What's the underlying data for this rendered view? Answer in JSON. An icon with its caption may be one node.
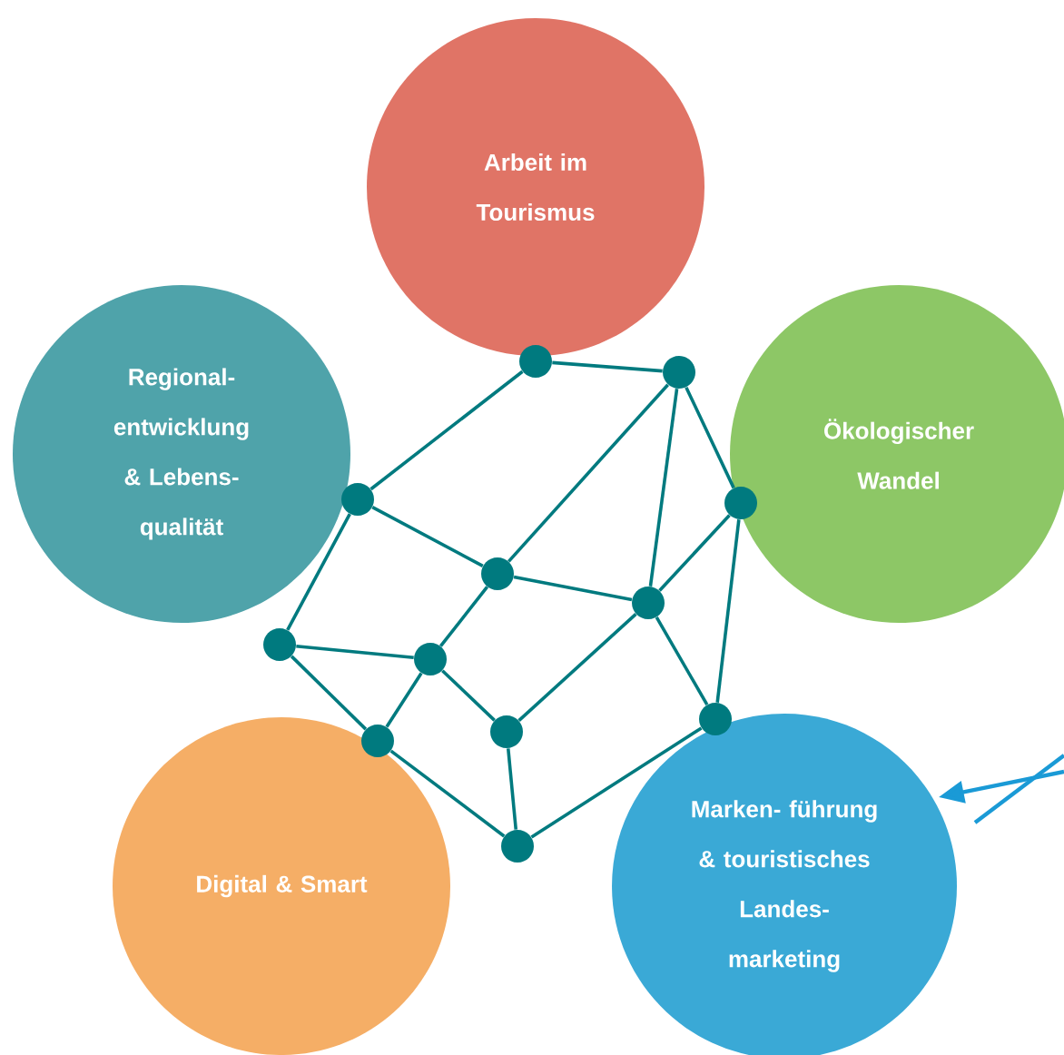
{
  "diagram": {
    "nodes": [
      {
        "text": [
          "Arbeit im Tourismus"
        ]
      },
      {
        "text": [
          "Regional- entwicklung & Lebens- qualität"
        ]
      },
      {
        "text": [
          "Ökologischer Wandel"
        ]
      },
      {
        "text": [
          "Digital & Smart"
        ]
      },
      {
        "text": [
          "Marken- führung & touristisches Landes- marketing"
        ]
      },
      {
        "text": [],
        "shape": "circle"
      },
      {
        "text": [],
        "shape": "circle"
      },
      {
        "text": [],
        "shape": "circle"
      },
      {
        "text": [],
        "shape": "circle"
      },
      {
        "text": [],
        "shape": "circle"
      },
      {
        "text": [],
        "shape": "circle"
      },
      {
        "text": [],
        "shape": "circle"
      },
      {
        "text": [],
        "shape": "circle"
      },
      {
        "text": [],
        "shape": "circle"
      },
      {
        "text": [],
        "shape": "circle"
      },
      {
        "text": [],
        "shape": "circle"
      },
      {
        "text": [],
        "shape": "circle"
      }
    ],
    "edges": [
      {
        "from": 5,
        "to": 6,
        "arrow": "none"
      },
      {
        "from": 5,
        "to": 7,
        "arrow": "none"
      },
      {
        "from": 6,
        "to": 9,
        "arrow": "none"
      },
      {
        "from": 6,
        "to": 10,
        "arrow": "none"
      },
      {
        "from": 6,
        "to": 8,
        "arrow": "none"
      },
      {
        "from": 7,
        "to": 9,
        "arrow": "none"
      },
      {
        "from": 7,
        "to": 11,
        "arrow": "none"
      },
      {
        "from": 9,
        "to": 10,
        "arrow": "none"
      },
      {
        "from": 9,
        "to": 12,
        "arrow": "none"
      },
      {
        "from": 8,
        "to": 10,
        "arrow": "none"
      },
      {
        "from": 8,
        "to": 15,
        "arrow": "none"
      },
      {
        "from": 10,
        "to": 15,
        "arrow": "none"
      },
      {
        "from": 10,
        "to": 14,
        "arrow": "none"
      },
      {
        "from": 11,
        "to": 12,
        "arrow": "none"
      },
      {
        "from": 11,
        "to": 13,
        "arrow": "none"
      },
      {
        "from": 12,
        "to": 13,
        "arrow": "none"
      },
      {
        "from": 12,
        "to": 14,
        "arrow": "none"
      },
      {
        "from": 14,
        "to": 16,
        "arrow": "none"
      },
      {
        "from": 13,
        "to": 16,
        "arrow": "none"
      },
      {
        "from": 16,
        "to": 15,
        "arrow": "none"
      },
      {
        "from": null,
        "to": 4,
        "arrow": "to",
        "color": "#1a9ad6"
      }
    ]
  }
}
